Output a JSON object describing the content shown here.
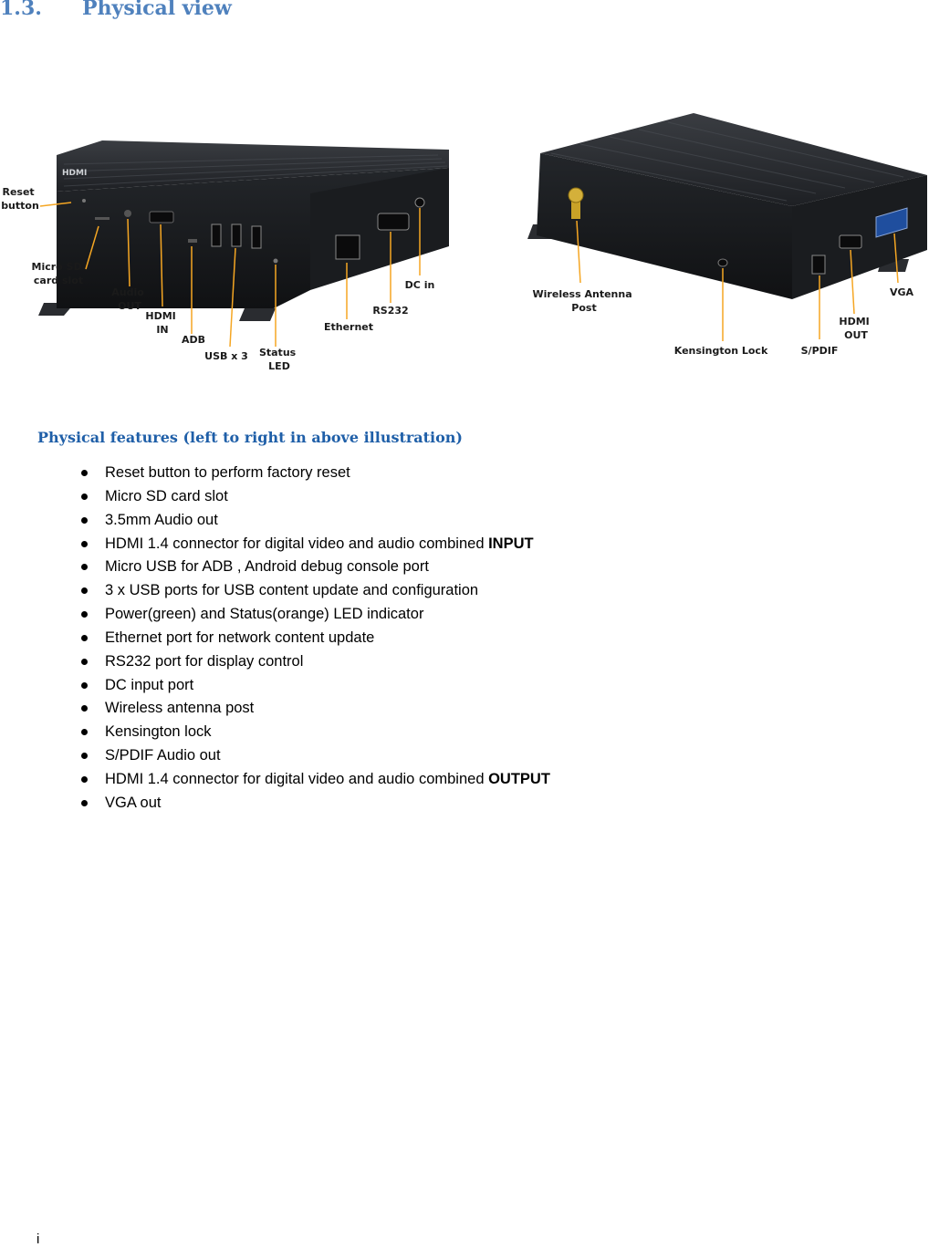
{
  "section": {
    "number": "1.3.",
    "title": "Physical view"
  },
  "figure": {
    "left_labels": [
      [
        "Reset",
        "button"
      ],
      [
        "Micro SD",
        "card slot"
      ],
      [
        "Audio",
        "OUT"
      ],
      [
        "HDMI",
        "IN"
      ],
      [
        "ADB"
      ],
      [
        "USB x 3"
      ],
      [
        "Status",
        "LED"
      ],
      [
        "Ethernet"
      ],
      [
        "RS232"
      ],
      [
        "DC in"
      ]
    ],
    "right_labels": [
      [
        "Wireless Antenna",
        "Post"
      ],
      [
        "Kensington Lock"
      ],
      [
        "S/PDIF"
      ],
      [
        "HDMI",
        "OUT"
      ],
      [
        "VGA"
      ]
    ],
    "device_brand": "HDMI",
    "colors": {
      "device_body": "#1b1d20",
      "device_top": "#2b2e33",
      "callout_line": "#f5a623"
    }
  },
  "features": {
    "heading": "Physical features (left to right in above illustration)",
    "items": [
      {
        "text": "Reset button to perform factory reset",
        "strong": ""
      },
      {
        "text": "Micro SD card slot",
        "strong": ""
      },
      {
        "text": "3.5mm Audio out",
        "strong": ""
      },
      {
        "text": "HDMI 1.4 connector for digital video and audio combined ",
        "strong": "INPUT"
      },
      {
        "text": "Micro USB for ADB , Android debug console port",
        "strong": ""
      },
      {
        "text": "3 x USB ports for USB content update and configuration",
        "strong": ""
      },
      {
        "text": "Power(green) and Status(orange) LED indicator",
        "strong": ""
      },
      {
        "text": "Ethernet port for network content update",
        "strong": ""
      },
      {
        "text": "RS232 port for display control",
        "strong": ""
      },
      {
        "text": "DC input port",
        "strong": ""
      },
      {
        "text": "Wireless antenna post",
        "strong": ""
      },
      {
        "text": "Kensington lock",
        "strong": ""
      },
      {
        "text": "S/PDIF Audio out",
        "strong": ""
      },
      {
        "text": "HDMI 1.4 connector for digital video and audio combined ",
        "strong": "OUTPUT"
      },
      {
        "text": "VGA out",
        "strong": ""
      }
    ]
  },
  "footer": {
    "page_number": "i"
  }
}
